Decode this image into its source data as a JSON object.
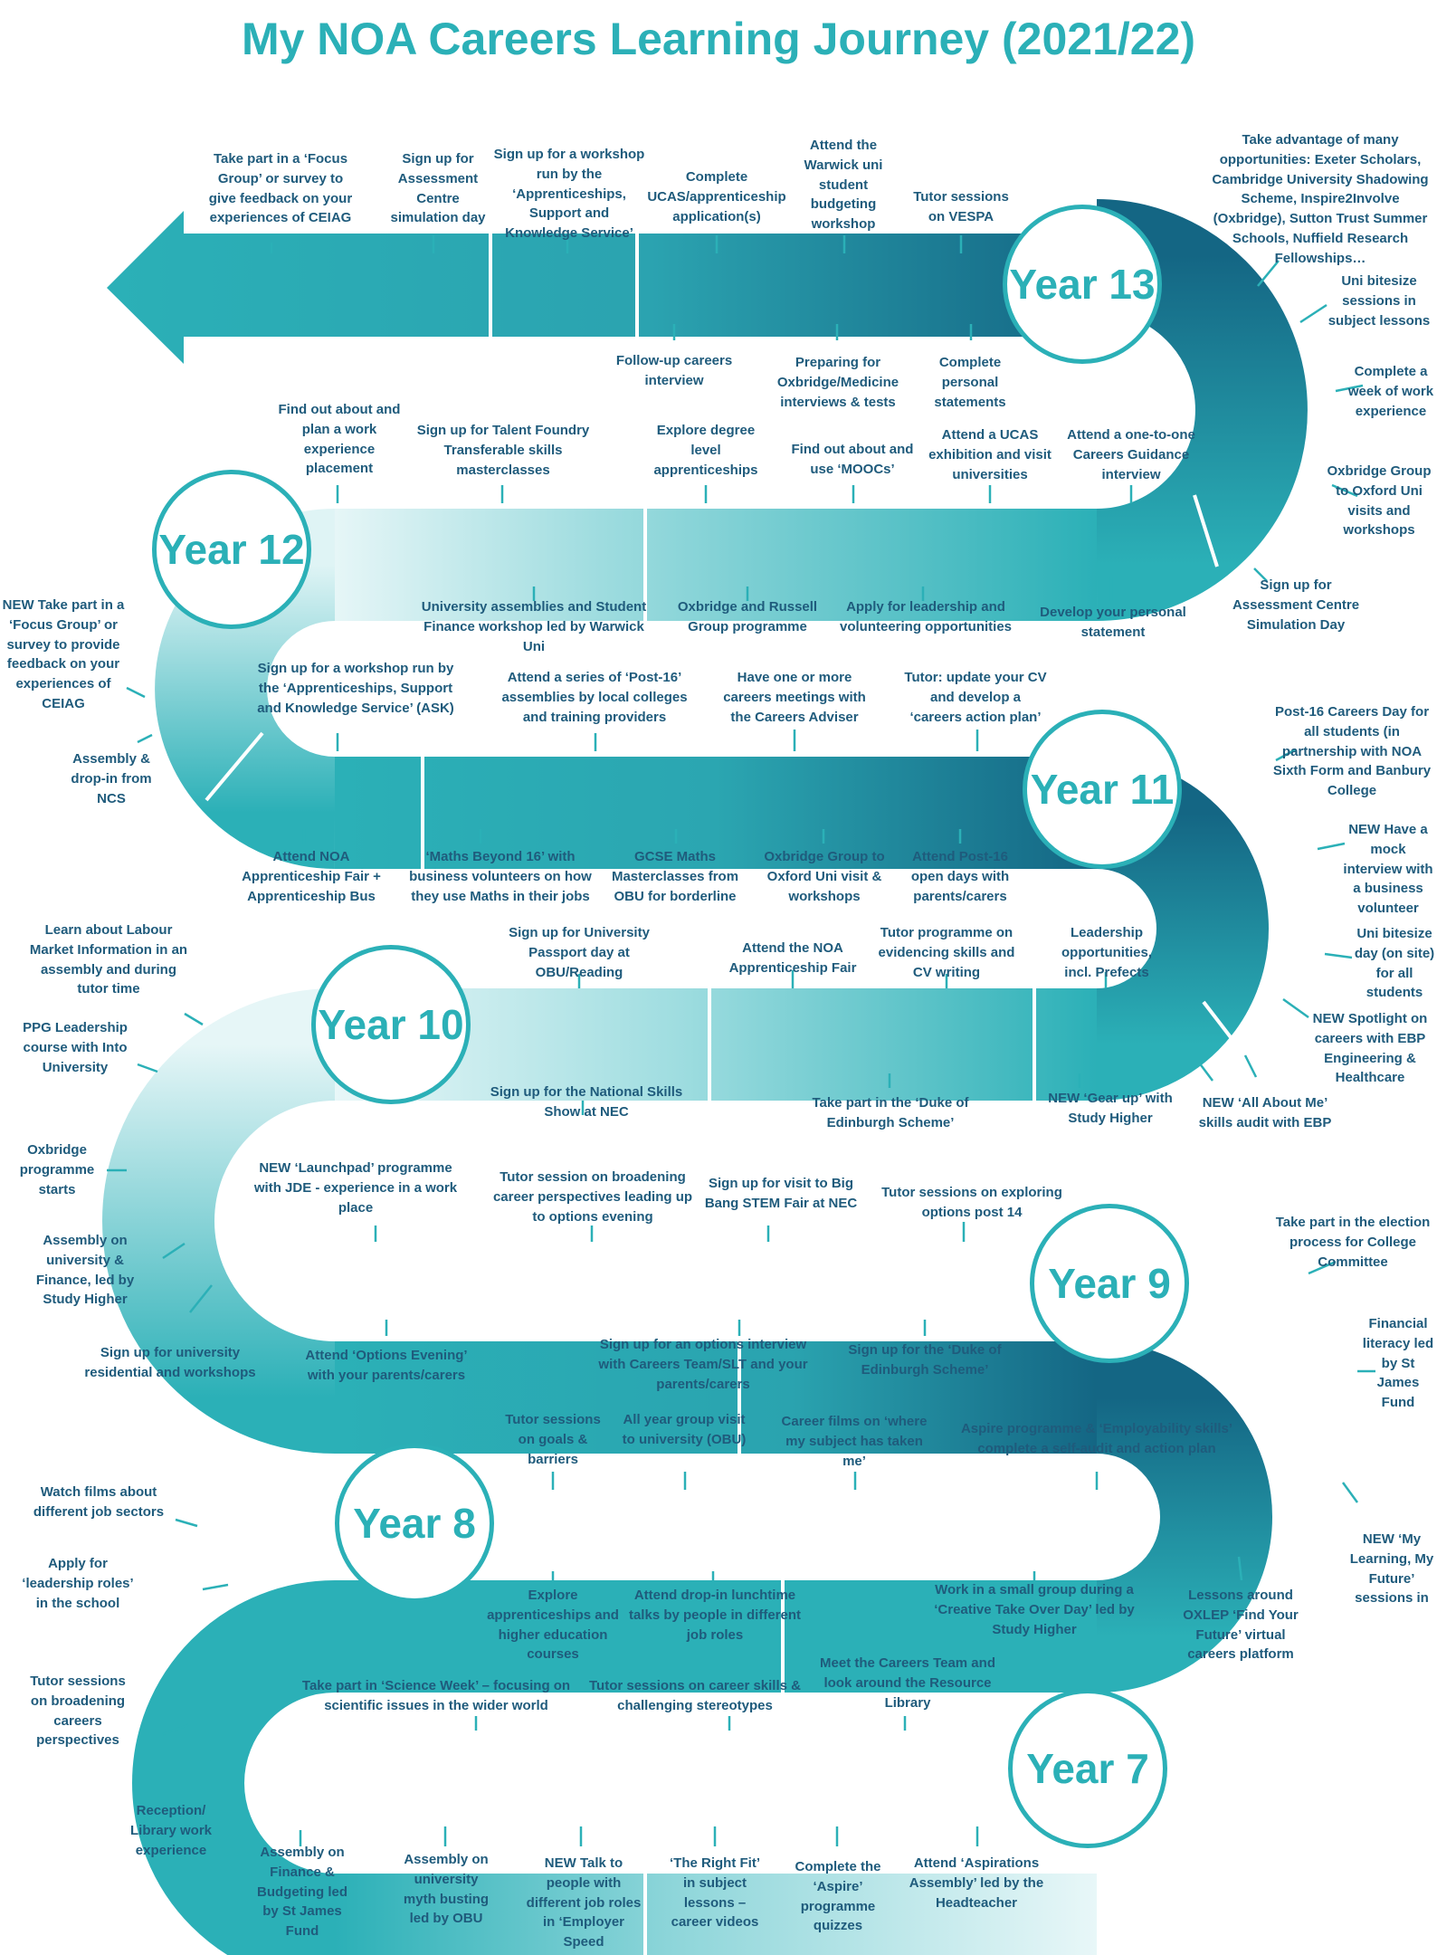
{
  "title": "My NOA Careers Learning Journey (2021/22)",
  "colors": {
    "primary": "#2bb0b7",
    "dark": "#146684",
    "light": "#dff4f5",
    "label": "#1f5b7c",
    "tick": "#2bb0b7"
  },
  "years": {
    "y13": "Year 13",
    "y12": "Year 12",
    "y11": "Year 11",
    "y10": "Year 10",
    "y9": "Year 9",
    "y8": "Year 8",
    "y7": "Year 7"
  },
  "labels": {
    "y13_a1": "Take part in a ‘Focus Group’ or survey to give feedback on your experiences of CEIAG",
    "y13_a2": "Sign up for Assessment Centre simulation day",
    "y13_a3": "Sign up for a workshop run by the ‘Apprenticeships, Support and Knowledge Service’",
    "y13_a4": "Complete UCAS/apprenticeship application(s)",
    "y13_a5": "Attend the Warwick uni student budgeting workshop",
    "y13_a6": "Tutor sessions on VESPA",
    "y13_b1": "Follow-up careers interview",
    "y13_b2": "Preparing for Oxbridge/Medicine interviews & tests",
    "y13_b3": "Complete personal statements",
    "y13_r1": "Take advantage of many opportunities: Exeter Scholars, Cambridge University Shadowing Scheme, Inspire2Involve (Oxbridge), Sutton Trust Summer Schools, Nuffield Research Fellowships…",
    "y13_r2": "Uni bitesize sessions in subject lessons",
    "y13_r3": "Complete a week of work experience",
    "y13_r4": "Oxbridge Group to Oxford Uni visits and workshops",
    "y13_r5": "Sign up for Assessment Centre Simulation Day",
    "y12_a1": "Find out about and plan a work experience placement",
    "y12_a2": "Sign up for Talent Foundry Transferable skills masterclasses",
    "y12_a3": "Explore degree level apprenticeships",
    "y12_a4": "Find out about and use ‘MOOCs’",
    "y12_a5": "Attend a UCAS exhibition and visit universities",
    "y12_a6": "Attend a one-to-one Careers Guidance interview",
    "y12_b1": "University assemblies and Student Finance workshop led by Warwick Uni",
    "y12_b2": "Oxbridge and Russell Group programme",
    "y12_b3": "Apply for leadership and volunteering opportunities",
    "y12_b4": "Develop your personal statement",
    "y12_l1": "NEW Take part in a ‘Focus Group’ or survey to provide feedback on your experiences of CEIAG",
    "y12_l2": "Assembly & drop-in from NCS",
    "y11_a1": "Sign up for a workshop run by the ‘Apprenticeships, Support and Knowledge Service’ (ASK)",
    "y11_a2": "Attend a series of ‘Post-16’ assemblies by local colleges and training providers",
    "y11_a3": "Have one or more careers meetings with the Careers Adviser",
    "y11_a4": "Tutor: update your CV and develop a ‘careers action plan’",
    "y11_b1": "Attend NOA Apprenticeship Fair + Apprenticeship Bus",
    "y11_b2": "‘Maths Beyond 16’ with business volunteers on how they use Maths in their jobs",
    "y11_b3": "GCSE Maths Masterclasses from OBU for borderline",
    "y11_b4": "Oxbridge Group to Oxford Uni visit & workshops",
    "y11_b5": "Attend Post-16 open days with parents/carers",
    "y11_r1": "Post-16 Careers Day for all students (in partnership with NOA Sixth Form and Banbury College",
    "y11_r2": "NEW Have a mock interview with a business volunteer",
    "y11_r3": "Uni bitesize day (on site) for all students",
    "y11_r4": "NEW Spotlight on careers with EBP Engineering & Healthcare",
    "y10_a1": "Sign up for University Passport day at OBU/Reading",
    "y10_a2": "Attend the NOA Apprenticeship Fair",
    "y10_a3": "Tutor programme on evidencing skills and CV writing",
    "y10_a4": "Leadership opportunities, incl. Prefects",
    "y10_b1": "Sign up for the National Skills Show at NEC",
    "y10_b2": "Take part in the ‘Duke of Edinburgh Scheme’",
    "y10_b3": "NEW ‘Gear up’ with Study Higher",
    "y10_b4": "NEW ‘All About Me’ skills audit with EBP",
    "y10_l1": "Learn about Labour Market Information in an assembly and during tutor time",
    "y10_l2": "PPG Leadership course with Into University",
    "y10_l3": "Oxbridge programme starts",
    "y10_l4": "Assembly on university & Finance, led by Study Higher",
    "y10_l5": "Sign up for university residential and workshops",
    "y9_a1": "NEW ‘Launchpad’ programme with JDE - experience in a work place",
    "y9_a2": "Tutor session on broadening career perspectives leading up to options evening",
    "y9_a3": "Sign up for visit to Big Bang STEM Fair at NEC",
    "y9_a4": "Tutor sessions on exploring options post 14",
    "y9_b1": "Attend ‘Options Evening’ with your parents/carers",
    "y9_b2": "Sign up for an options interview with Careers Team/SLT and your parents/carers",
    "y9_b3": "Sign up for the ‘Duke of Edinburgh Scheme’",
    "y9_r1": "Take part in the election process for College Committee",
    "y9_r2": "Financial literacy led by St James Fund",
    "y9_r3": "NEW ‘My Learning, My Future’ sessions in",
    "y8_a1": "Tutor sessions on goals & barriers",
    "y8_a2": "All year group visit to university (OBU)",
    "y8_a3": "Career films on ‘where my subject has taken me’",
    "y8_a4": "Aspire programme & ‘Employability skills’ complete a self-audit and action plan",
    "y8_b1": "Explore apprenticeships and higher education courses",
    "y8_b2": "Attend drop-in lunchtime talks by people in different job roles",
    "y8_b3": "Work in a small group during a ‘Creative Take Over Day’ led by Study Higher",
    "y8_b4": "Lessons around OXLEP ‘Find Your Future’ virtual careers platform",
    "y8_l1": "Watch films about different job sectors",
    "y8_l2": "Apply for ‘leadership roles’ in the school",
    "y8_l3": "Tutor sessions on broadening careers perspectives",
    "y8_l4": "Reception/ Library work experience",
    "y7_a1": "Take part in ‘Science Week’ – focusing on scientific issues in the wider world",
    "y7_a2": "Tutor sessions on career skills & challenging stereotypes",
    "y7_a3": "Meet the Careers Team and look around the Resource Library",
    "y7_b1": "Assembly on Finance & Budgeting led by St James Fund",
    "y7_b2": "Assembly on university myth busting led by OBU",
    "y7_b3": "NEW Talk to people with different job roles in ‘Employer Speed",
    "y7_b4": "‘The Right Fit’ in subject lessons – career videos",
    "y7_b5": "Complete the ‘Aspire’ programme quizzes",
    "y7_b6": "Attend ‘Aspirations Assembly’ led by the Headteacher"
  }
}
